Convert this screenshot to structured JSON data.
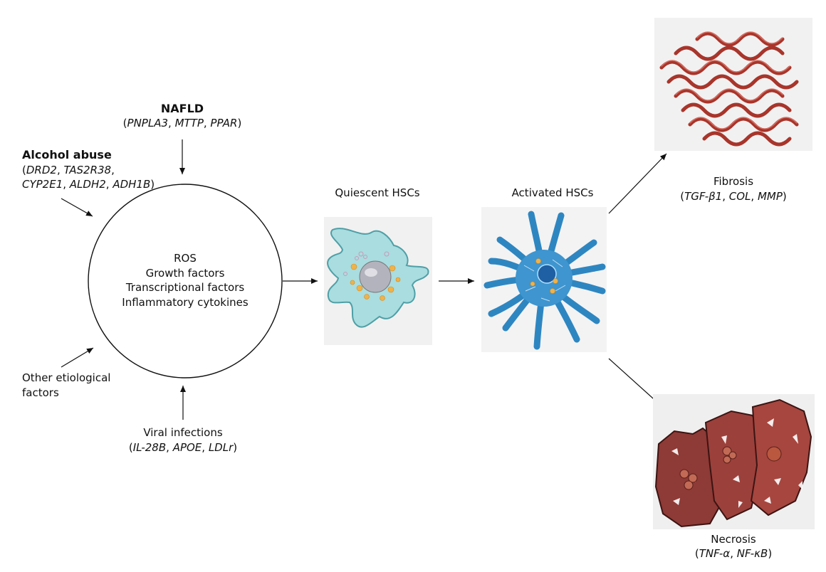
{
  "nafld": {
    "title": "NAFLD",
    "genes": [
      "PNPLA3",
      "MTTP",
      "PPAR"
    ]
  },
  "alcohol": {
    "title": "Alcohol abuse",
    "genes_line1": [
      "DRD2",
      "TAS2R38"
    ],
    "genes_line2": [
      "CYP2E1",
      "ALDH2",
      "ADH1B"
    ]
  },
  "other": {
    "line1": "Other etiological",
    "line2": "factors"
  },
  "viral": {
    "title": "Viral infections",
    "genes": [
      "IL-28B",
      "APOE",
      "LDLr"
    ]
  },
  "circle": {
    "items": [
      "ROS",
      "Growth factors",
      "Transcriptional factors",
      "Inflammatory cytokines"
    ]
  },
  "quiescent": {
    "label": "Quiescent HSCs",
    "image_icon": "quiescent-hsc-cell-icon"
  },
  "activated": {
    "label": "Activated HSCs",
    "image_icon": "activated-hsc-cell-icon"
  },
  "fibrosis": {
    "label": "Fibrosis",
    "genes": [
      "TGF-β1",
      "COL",
      "MMP"
    ],
    "image_icon": "collagen-fibers-icon"
  },
  "necrosis": {
    "label": "Necrosis",
    "genes": [
      "TNF-α",
      "NF-κB"
    ],
    "image_icon": "necrotic-cells-icon"
  },
  "colors": {
    "text": "#111111",
    "cell_quiescent": "#a9dde0",
    "cell_activated": "#2e86c1",
    "fiber": "#a8352b",
    "necrosis": "#8e3a36"
  }
}
